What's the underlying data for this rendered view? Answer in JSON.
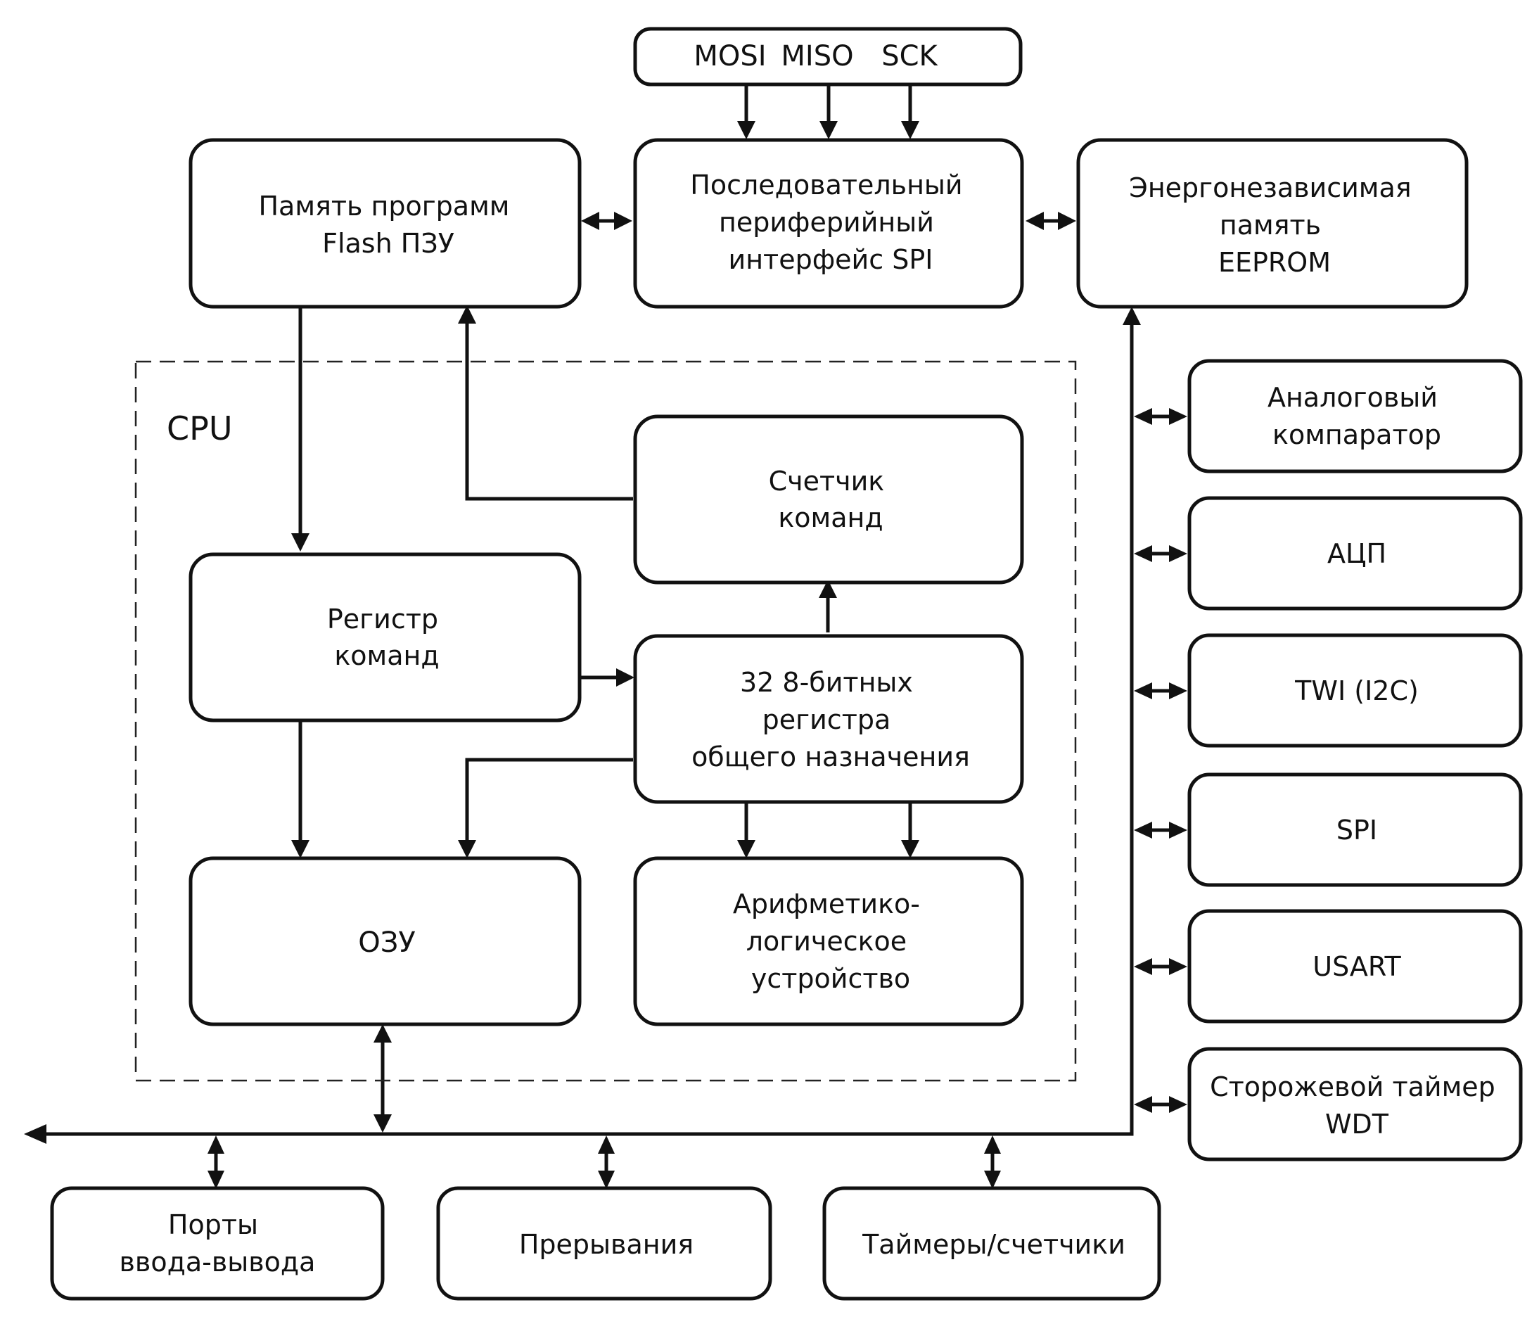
{
  "spi_pins": {
    "mosi": "MOSI",
    "miso": "MISO",
    "sck": "SCK"
  },
  "blocks": {
    "flash": [
      "Память программ",
      "Flash ПЗУ"
    ],
    "spi_interface": [
      "Последовательный",
      "периферийный",
      "интерфейс SPI"
    ],
    "eeprom": [
      "Энергонезависимая",
      "память",
      "EEPROM"
    ],
    "cpu_label": "CPU",
    "program_counter": [
      "Счетчик",
      "команд"
    ],
    "instruction_register": [
      "Регистр",
      "команд"
    ],
    "gp_registers": [
      "32 8-битных",
      "регистра",
      "общего назначения"
    ],
    "ram": "ОЗУ",
    "alu": [
      "Арифметико-",
      "логическое",
      "устройство"
    ]
  },
  "peripherals_right": {
    "analog_comparator": [
      "Аналоговый",
      "компаратор"
    ],
    "adc": "АЦП",
    "twi": "TWI (I2C)",
    "spi": "SPI",
    "usart": "USART",
    "wdt": [
      "Сторожевой таймер",
      "WDT"
    ]
  },
  "peripherals_bottom": {
    "io_ports": [
      "Порты",
      "ввода-вывода"
    ],
    "interrupts": "Прерывания",
    "timers": "Таймеры/счетчики"
  }
}
